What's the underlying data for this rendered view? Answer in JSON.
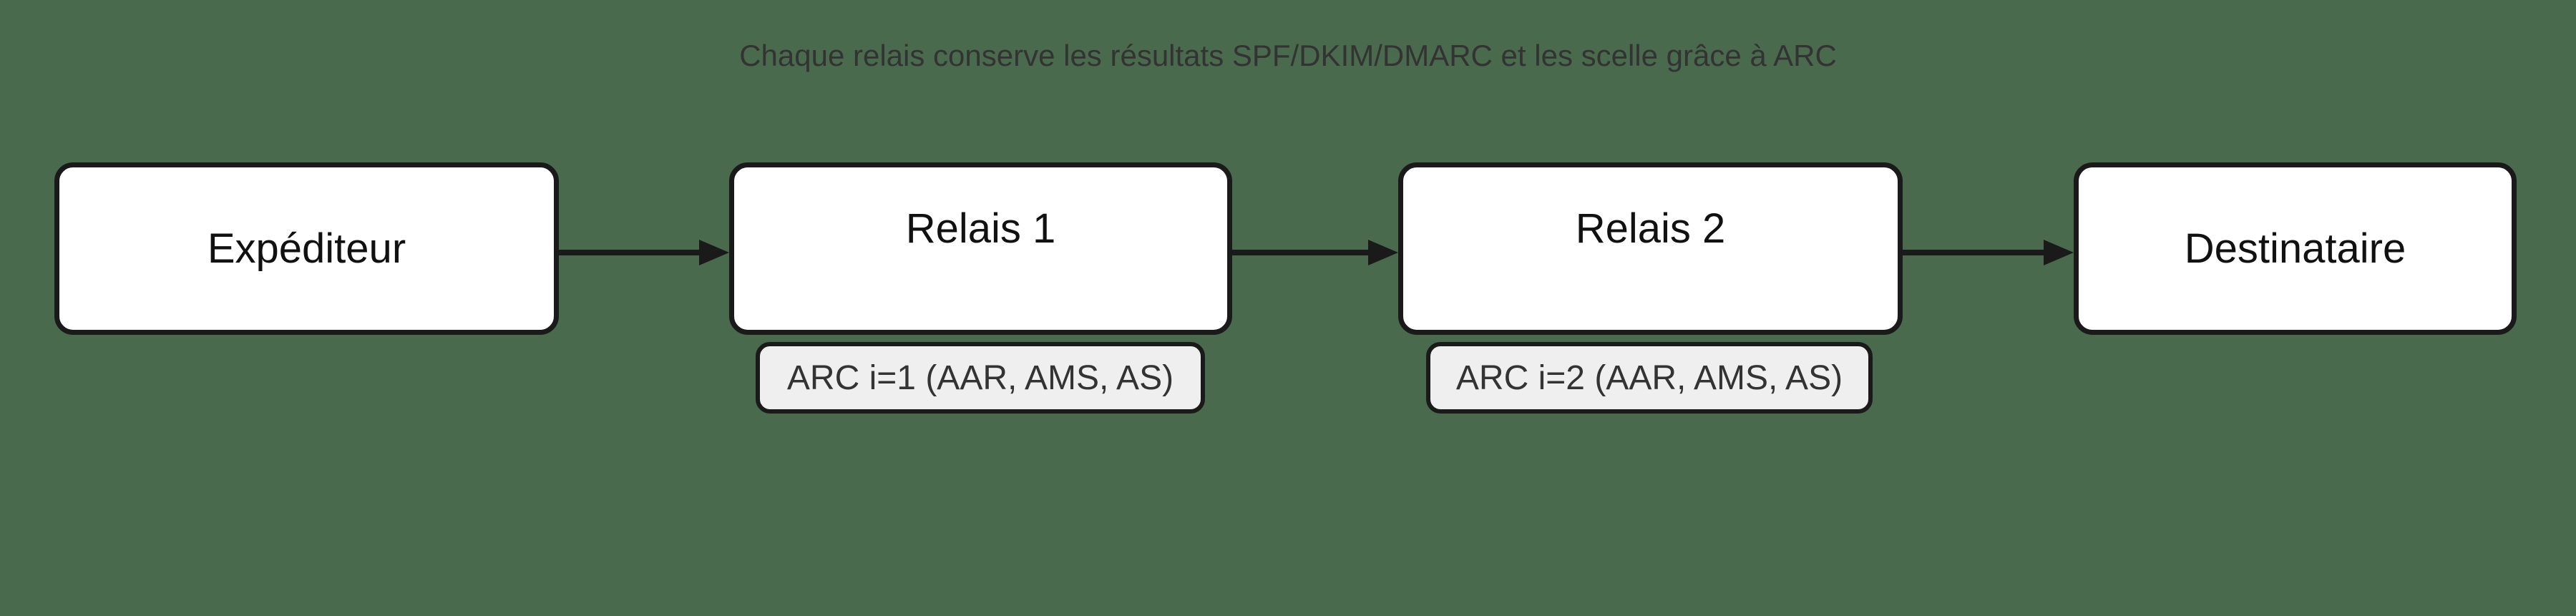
{
  "title": "Chaque relais conserve les résultats SPF/DKIM/DMARC et les scelle grâce à ARC",
  "diagram": {
    "type": "flowchart",
    "direction": "left-to-right",
    "nodes": [
      {
        "id": "expediteur",
        "label": "Expéditeur"
      },
      {
        "id": "relais1",
        "label": "Relais 1",
        "badge": "ARC i=1 (AAR, AMS, AS)"
      },
      {
        "id": "relais2",
        "label": "Relais 2",
        "badge": "ARC i=2 (AAR, AMS, AS)"
      },
      {
        "id": "destinataire",
        "label": "Destinataire"
      }
    ],
    "edges": [
      {
        "from": "expediteur",
        "to": "relais1"
      },
      {
        "from": "relais1",
        "to": "relais2"
      },
      {
        "from": "relais2",
        "to": "destinataire"
      }
    ]
  },
  "colors": {
    "background": "#4A6A4E",
    "node_fill": "#FFFFFF",
    "node_border": "#1A1A1A",
    "node_text": "#111111",
    "badge_fill": "#EFEFEF",
    "badge_border": "#1A1A1A",
    "badge_text": "#333333",
    "arrow": "#1A1A1A",
    "title_text": "#333333"
  }
}
